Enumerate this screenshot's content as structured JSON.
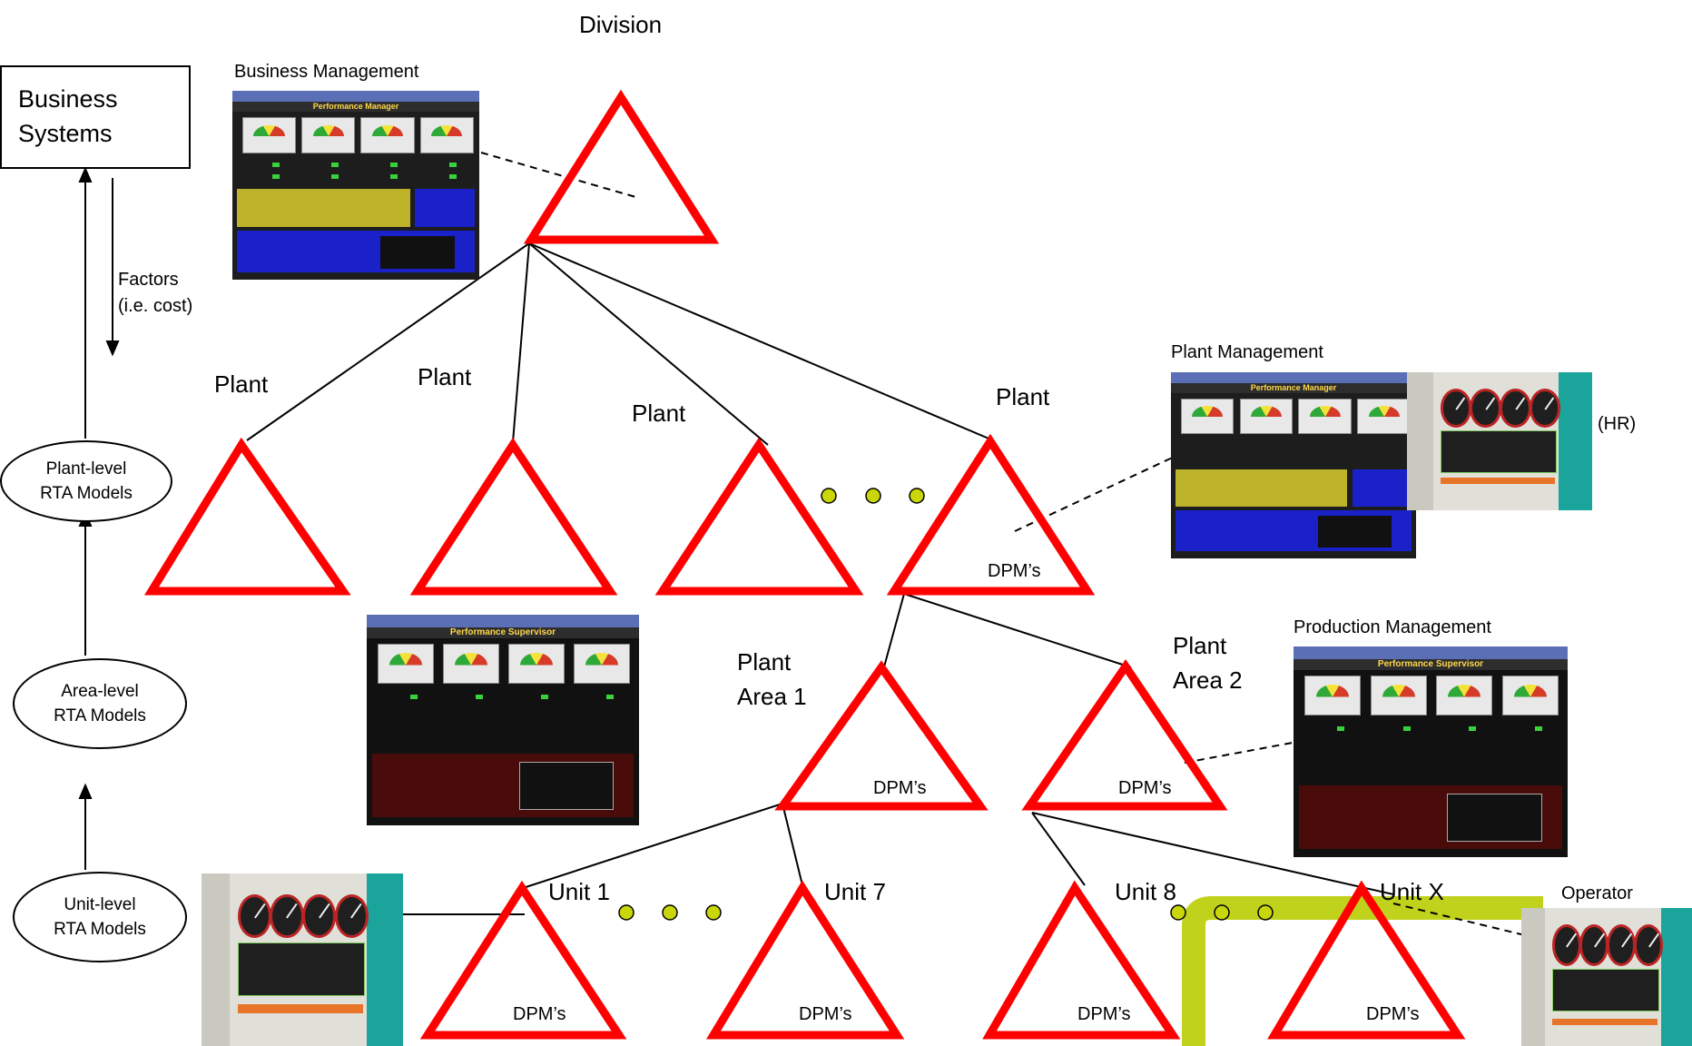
{
  "title": "Division",
  "left_column": {
    "business_systems": "Business\nSystems",
    "factors": "Factors\n(i.e. cost)",
    "plant_models": [
      "Plant-level",
      "RTA Models"
    ],
    "area_models": [
      "Area-level",
      "RTA Models"
    ],
    "unit_models": [
      "Unit-level",
      "RTA Models"
    ]
  },
  "screens": {
    "business_management": "Business Management",
    "plant_management": "Plant Management",
    "hr": "(HR)",
    "production_management": "Production Management",
    "operator": "Operator",
    "performance_manager": "Performance Manager",
    "performance_supervisor": "Performance Supervisor"
  },
  "plants": [
    "Plant",
    "Plant",
    "Plant",
    "Plant"
  ],
  "areas": [
    {
      "line1": "Plant",
      "line2": "Area 1"
    },
    {
      "line1": "Plant",
      "line2": "Area 2"
    }
  ],
  "units": [
    "Unit 1",
    "Unit 7",
    "Unit 8",
    "Unit X"
  ],
  "dpm_label": "DPM’s",
  "colors": {
    "triangle_stroke": "#ff0000",
    "ellipsis_dot": "#c8d60a",
    "highlight_band": "#c0d21b"
  }
}
